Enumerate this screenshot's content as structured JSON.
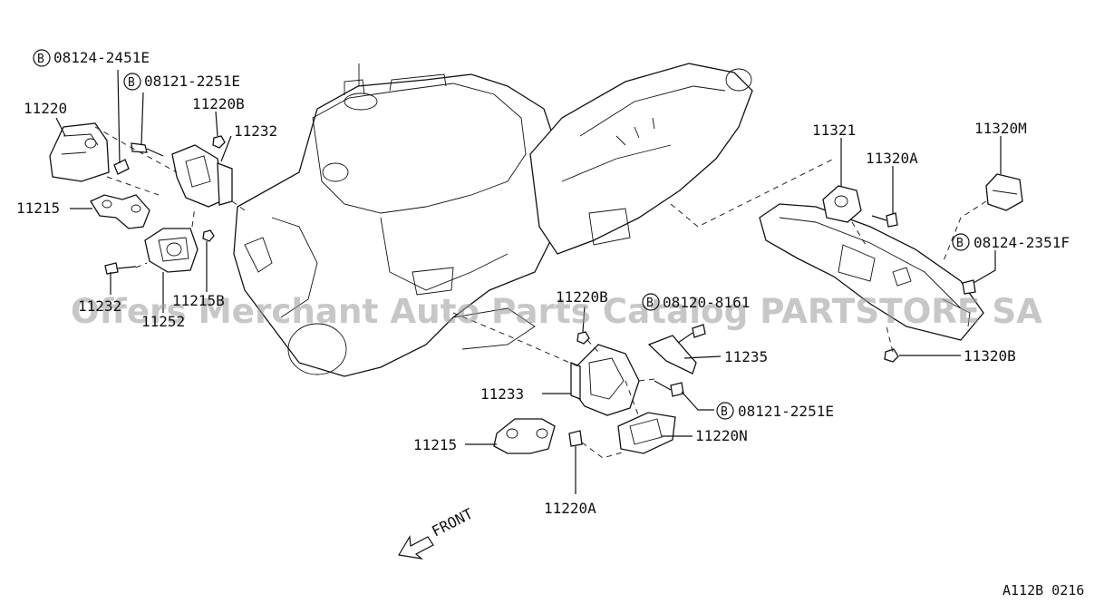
{
  "callouts": {
    "c1": "11220",
    "c2": "08124-2451E",
    "c3": "08121-2251E",
    "c4": "11220B",
    "c5": "11232",
    "c6": "11215",
    "c7": "11232",
    "c8": "11215B",
    "c9": "11252",
    "c10": "11220B",
    "c11": "08120-8161",
    "c12": "11235",
    "c13": "11233",
    "c14": "08121-2251E",
    "c15": "11215",
    "c16": "11220N",
    "c17": "11220A",
    "c18": "11321",
    "c19": "11320M",
    "c20": "11320A",
    "c21": "08124-2351F",
    "c22": "11320B"
  },
  "bolt_marker": "B",
  "front_label": "FRONT",
  "watermark": "Offers Merchant Auto Parts Catalog PARTSTORE SA",
  "diagram_code": "A112B 0216"
}
